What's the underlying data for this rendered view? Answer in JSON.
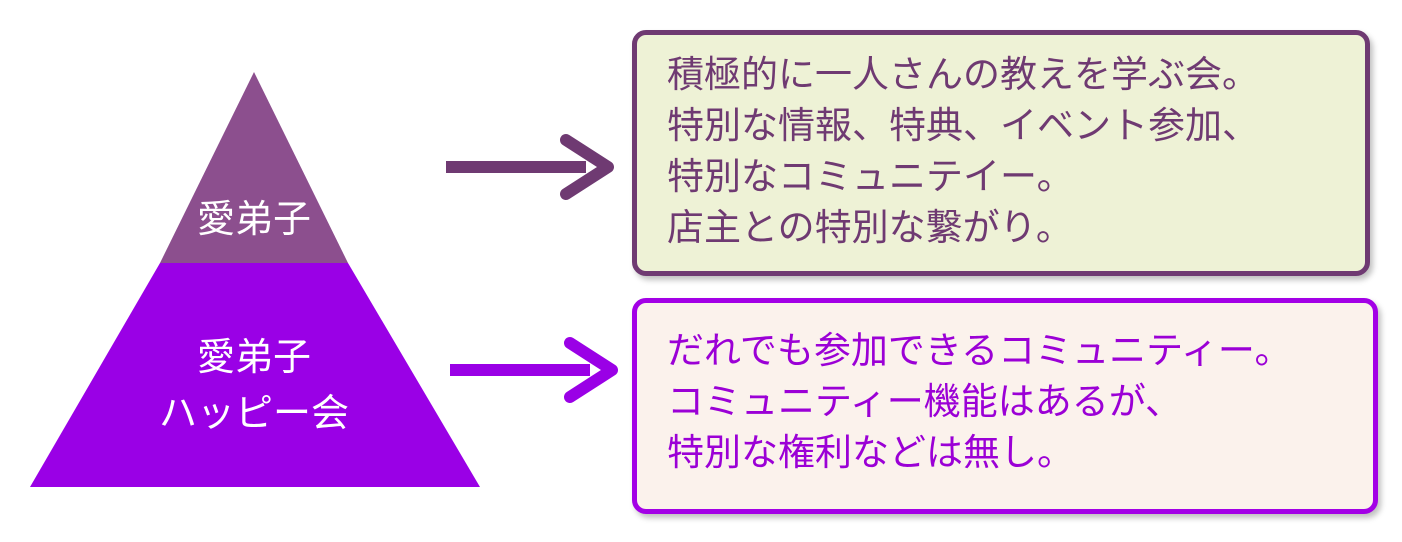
{
  "pyramid": {
    "top_label": "愛弟子",
    "bottom_label_line1": "愛弟子",
    "bottom_label_line2": "ハッピー会",
    "top_color": "#8c4f8e",
    "bottom_color": "#9a00e6"
  },
  "arrows": {
    "top_color": "#6f3a72",
    "bottom_color": "#9a00e6"
  },
  "box_top": {
    "lines": [
      "積極的に一人さんの教えを学ぶ会。",
      "特別な情報、特典、イベント参加、",
      "特別なコミュニテイー。",
      "店主との特別な繋がり。"
    ],
    "border_color": "#6f3a72",
    "background_color": "#eef2d6"
  },
  "box_bottom": {
    "lines": [
      "だれでも参加できるコミュニティー。",
      "コミュニティー機能はあるが、",
      "特別な権利などは無し。"
    ],
    "border_color": "#a300e6",
    "background_color": "#fbf2ec"
  }
}
